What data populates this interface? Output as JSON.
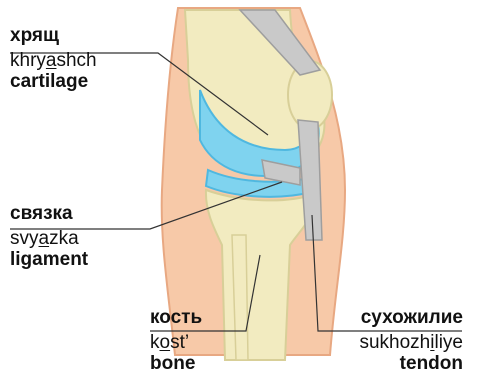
{
  "labels": {
    "cartilage": {
      "russian": "хрящ",
      "translit_before": "khry",
      "translit_stress": "a",
      "translit_after": "shch",
      "english": "cartilage"
    },
    "ligament": {
      "russian": "связка",
      "translit_before": "svy",
      "translit_stress": "a",
      "translit_after": "zka",
      "english": "ligament"
    },
    "bone": {
      "russian": "кость",
      "translit_before": "k",
      "translit_stress": "o",
      "translit_after": "st’",
      "english": "bone"
    },
    "tendon": {
      "russian": "сухожилие",
      "translit_before": "sukhozh",
      "translit_stress": "i",
      "translit_after": "liye",
      "english": "tendon"
    }
  },
  "colors": {
    "bone": "#f2ebc0",
    "bone_shade": "#d8cf98",
    "cartilage": "#7fd3ef",
    "cartilage_dark": "#4fb8e0",
    "tendon": "#c9c9c9",
    "tendon_dark": "#9e9e9e",
    "skin": "#f7c9a8",
    "skin_dark": "#e8a882",
    "line": "#333333"
  }
}
